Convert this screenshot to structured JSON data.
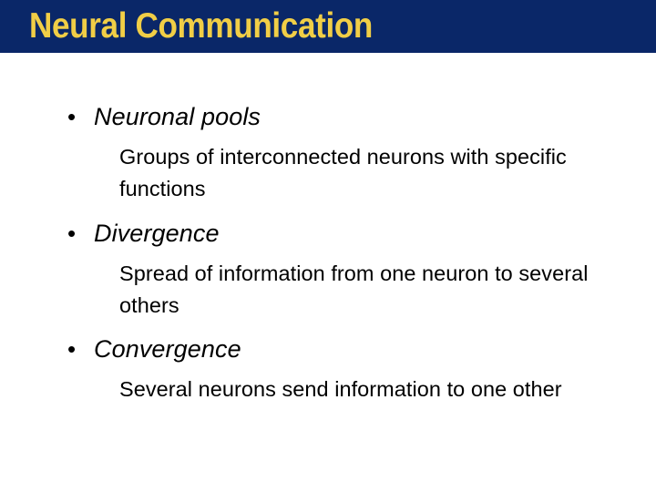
{
  "slide": {
    "title": "Neural Communication",
    "banner_color": "#0A2768",
    "title_color": "#F1CE46",
    "background_color": "#FFFFFF",
    "body_text_color": "#000000",
    "bullet_glyph": "•",
    "groups": [
      {
        "heading": "Neuronal pools",
        "detail": "Groups of interconnected neurons with specific functions"
      },
      {
        "heading": "Divergence",
        "detail": "Spread of information from one neuron to several others"
      },
      {
        "heading": "Convergence",
        "detail": "Several neurons send information to one other"
      }
    ]
  }
}
